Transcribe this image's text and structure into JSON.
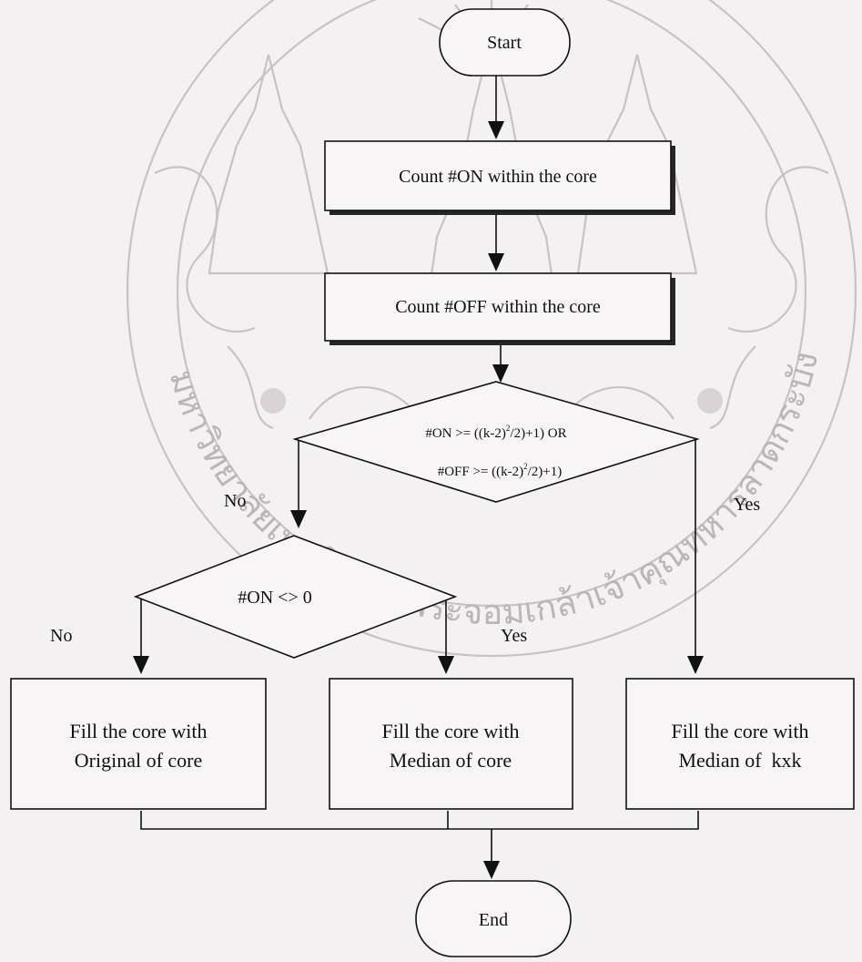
{
  "flowchart": {
    "start_label": "Start",
    "end_label": "End",
    "step_count_on": "Count #ON within the core",
    "step_count_off": "Count #OFF within the core",
    "decision_main": {
      "line1_prefix": "#ON >= ((k-2)",
      "line1_exp": "2",
      "line1_suffix": "/2)+1) OR",
      "line2_prefix": "#OFF >= ((k-2)",
      "line2_exp": "2",
      "line2_suffix": "/2)+1)",
      "no_label": "No",
      "yes_label": "Yes"
    },
    "decision_sub": {
      "text": "#ON <> 0",
      "no_label": "No",
      "yes_label": "Yes"
    },
    "box_original": {
      "line1": "Fill the core with",
      "line2": "Original of core"
    },
    "box_median_core": {
      "line1": "Fill the core with",
      "line2": "Median of core"
    },
    "box_median_kxk": {
      "line1": "Fill the core with",
      "line2": "Median of  kxk"
    }
  },
  "watermark": {
    "seal_icon": "university-seal-icon",
    "ring_text": "มหาวิทยาลัยเทคโนโลยีพระจอมเกล้าเจ้าคุณทหารลาดกระบัง"
  },
  "colors": {
    "background": "#f3f1f1",
    "ink": "#111111",
    "watermark": "#c9c2c2"
  }
}
